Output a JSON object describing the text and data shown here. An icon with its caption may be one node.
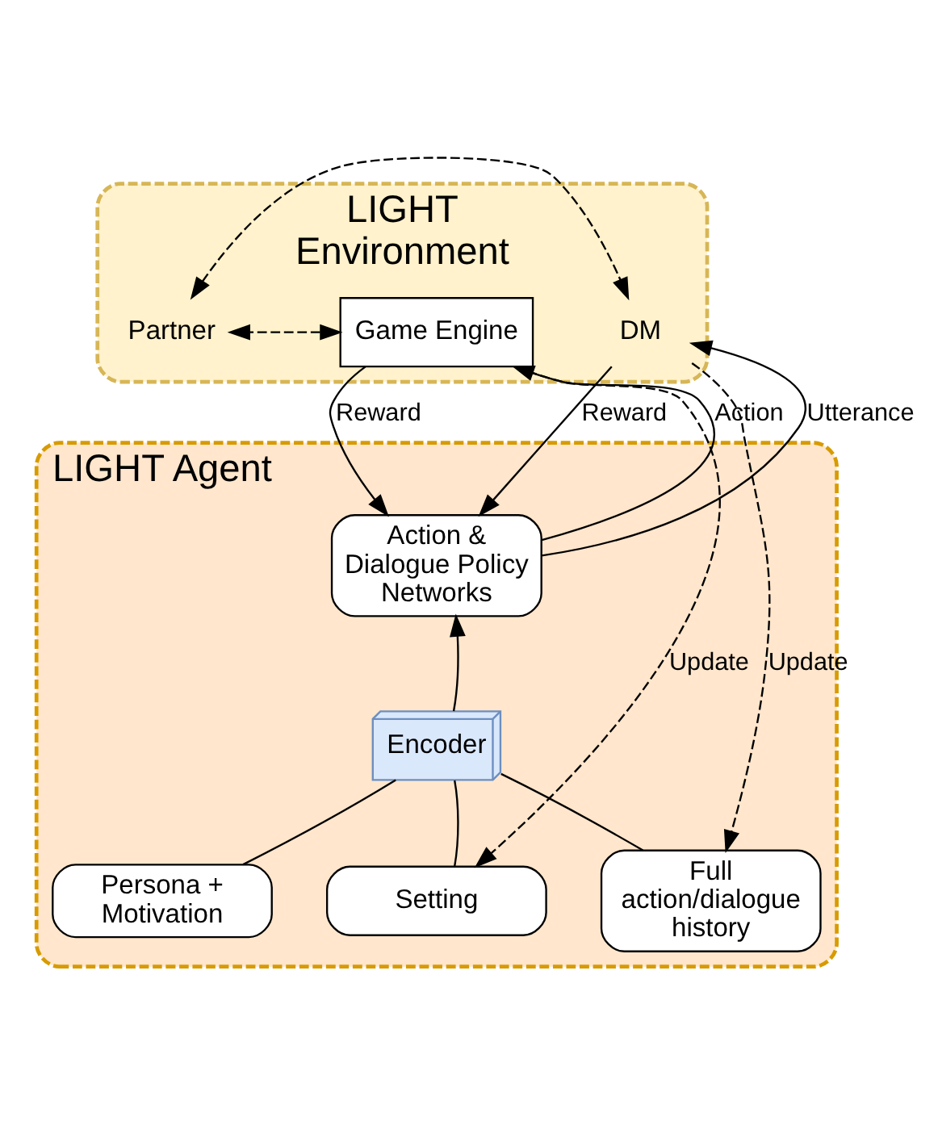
{
  "diagram": {
    "nodes": [
      {
        "text": [
          "LIGHT Environment"
        ]
      },
      {
        "text": [
          "Game Engine"
        ],
        "in": 0
      },
      {
        "text": [
          "Partner"
        ],
        "in": 0
      },
      {
        "text": [
          "DM"
        ],
        "in": 0
      },
      {
        "text": [
          "LIGHT Agent"
        ]
      },
      {
        "text": [
          "Action & Dialogue Policy Networks"
        ],
        "in": 4
      },
      {
        "text": [
          "Encoder"
        ],
        "in": 4
      },
      {
        "text": [
          "Setting"
        ],
        "in": 4
      },
      {
        "text": [
          "Persona + Motivation"
        ],
        "in": 4
      },
      {
        "text": [
          "Full action/dialogue history"
        ],
        "in": 4
      }
    ],
    "edges": [
      {
        "from": 1,
        "to": 2,
        "arrow": "both",
        "style": "dashed"
      },
      {
        "from": 2,
        "to": 3,
        "arrow": "both",
        "style": "dashed"
      },
      {
        "from": 5,
        "to": 1,
        "arrow": "to",
        "label": "Action"
      },
      {
        "from": 1,
        "to": 5,
        "arrow": "to",
        "label": "Reward"
      },
      {
        "from": 5,
        "to": 3,
        "arrow": "to",
        "label": "Utterance"
      },
      {
        "from": 3,
        "to": 5,
        "arrow": "to",
        "label": "Reward"
      },
      {
        "from": 6,
        "to": 5,
        "arrow": "to"
      },
      {
        "from": 7,
        "to": 6,
        "arrow": "none"
      },
      {
        "from": 8,
        "to": 6,
        "arrow": "none"
      },
      {
        "from": 9,
        "to": 6,
        "arrow": "none"
      },
      {
        "from": 1,
        "to": 7,
        "arrow": "to",
        "style": "dashed",
        "label": "Update"
      },
      {
        "from": 3,
        "to": 9,
        "arrow": "to",
        "style": "dashed",
        "label": "Update"
      }
    ]
  }
}
